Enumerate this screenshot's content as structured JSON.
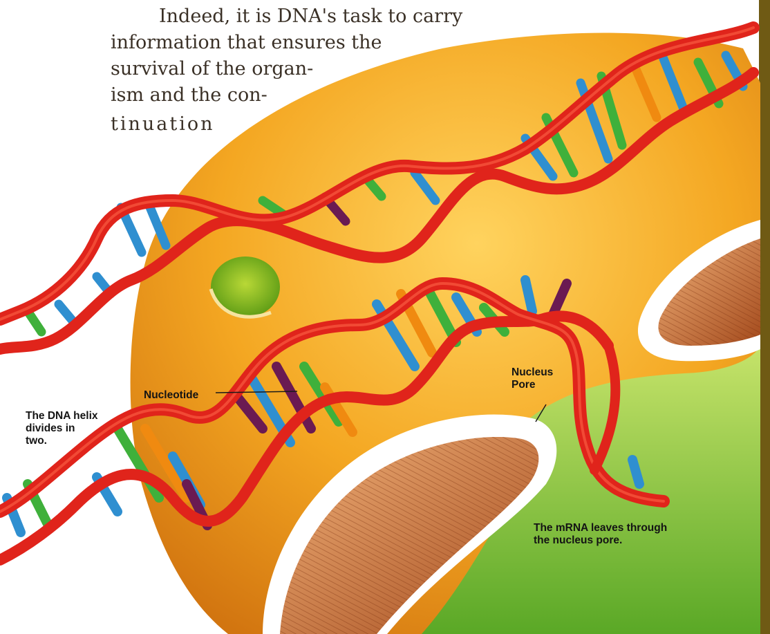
{
  "text": {
    "line1": "Indeed, it is DNA's task to carry",
    "line2": "information that ensures the",
    "line3": "survival of the organ-",
    "line4": "ism and the con-",
    "line5": "tinuation"
  },
  "labels": {
    "helix_divides": [
      "The DNA helix",
      "divides in",
      "two."
    ],
    "nucleotide": "Nucleotide",
    "nucleus_pore": [
      "Nucleus",
      "Pore"
    ],
    "mrna_leaves": [
      "The mRNA leaves through",
      "the nucleus pore."
    ]
  },
  "colors": {
    "nucleus": "#f0a21c",
    "ribbon": "#e0241b",
    "base_blue": "#2f8fd0",
    "base_green": "#3fb03b",
    "base_purple": "#6a1a52",
    "base_orange": "#f08a10",
    "cytoplasm": "#8cc83a"
  }
}
